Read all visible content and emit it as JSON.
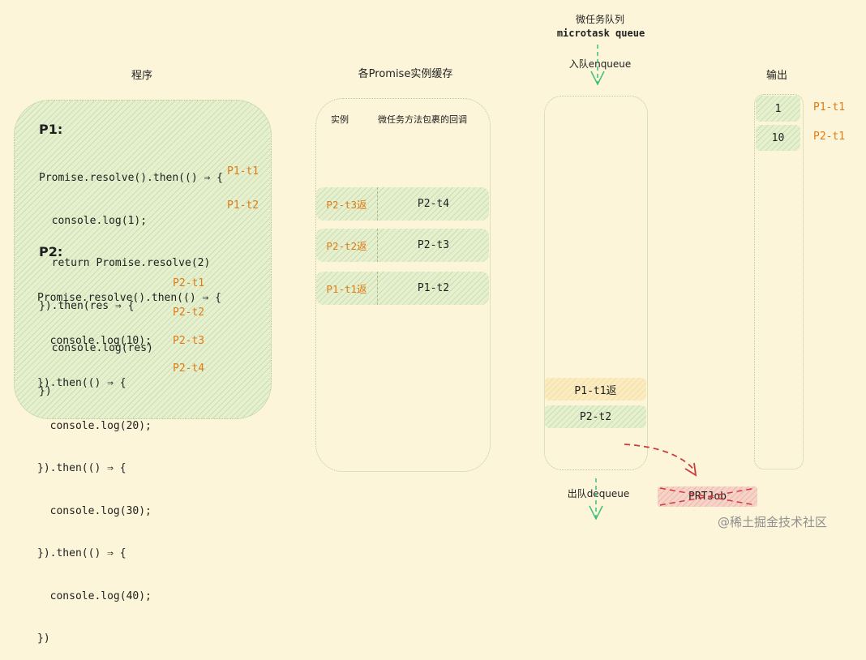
{
  "headings": {
    "program": "程序",
    "promise_cache": "各Promise实例缓存",
    "microtask_queue_cn": "微任务队列",
    "microtask_queue_en": "microtask queue",
    "output": "输出",
    "enqueue": "入队enqueue",
    "dequeue": "出队dequeue"
  },
  "program": {
    "p1": {
      "title": "P1:",
      "code": [
        "Promise.resolve().then(() ⇒ {",
        "  console.log(1);",
        "  return Promise.resolve(2)",
        "}).then(res ⇒ {",
        "  console.log(res)",
        "})"
      ],
      "tags": [
        "P1-t1",
        "P1-t2"
      ]
    },
    "p2": {
      "title": "P2:",
      "code": [
        "Promise.resolve().then(() ⇒ {",
        "  console.log(10);",
        "}).then(() ⇒ {",
        "  console.log(20);",
        "}).then(() ⇒ {",
        "  console.log(30);",
        "}).then(() ⇒ {",
        "  console.log(40);",
        "})"
      ],
      "tags": [
        "P2-t1",
        "P2-t2",
        "P2-t3",
        "P2-t4"
      ]
    }
  },
  "promise_cache": {
    "col_instance": "实例",
    "col_callback": "微任务方法包裹的回调",
    "rows": [
      {
        "instance": "P2-t3返",
        "callback": "P2-t4"
      },
      {
        "instance": "P2-t2返",
        "callback": "P2-t3"
      },
      {
        "instance": "P1-t1返",
        "callback": "P1-t2"
      }
    ]
  },
  "queue": {
    "items": [
      "P1-t1返",
      "P2-t2"
    ]
  },
  "output": {
    "items": [
      {
        "value": "1",
        "tag": "P1-t1"
      },
      {
        "value": "10",
        "tag": "P2-t1"
      }
    ]
  },
  "prtjob": {
    "label": "PRTJob"
  },
  "watermark": "@稀土掘金技术社区",
  "colors": {
    "background": "#fcf5d9",
    "accent_orange": "#e07b16",
    "arrow_green": "#3cbf7d",
    "arrow_red": "#cc3b3b"
  }
}
